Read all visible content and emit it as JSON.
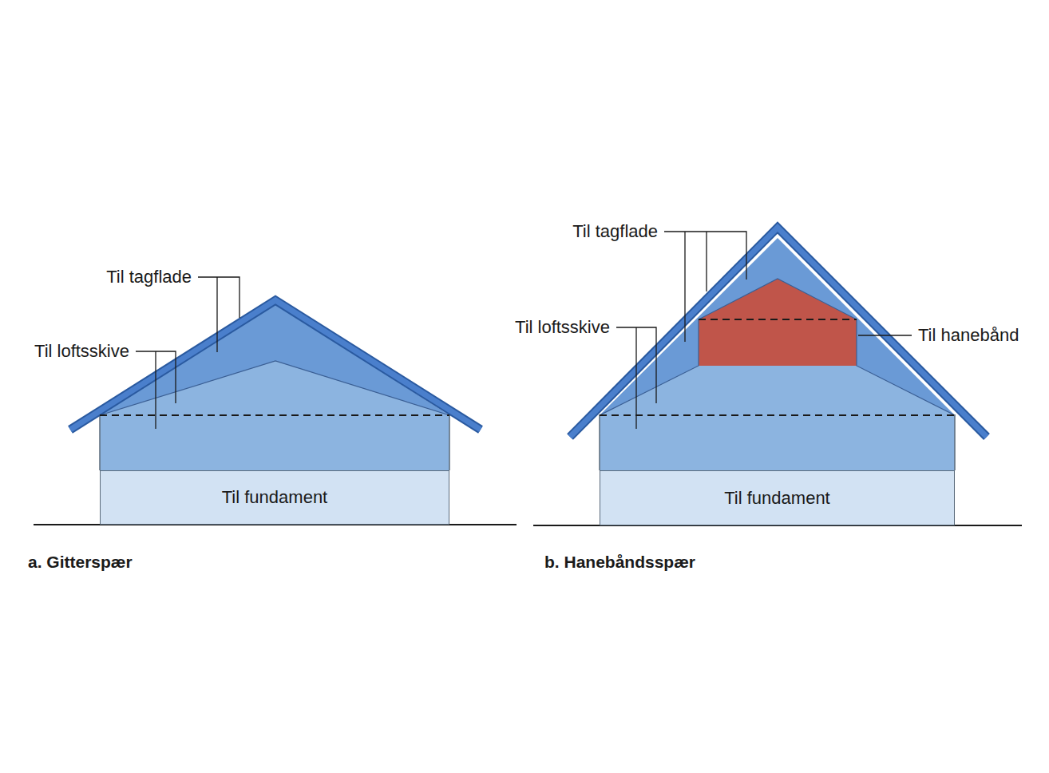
{
  "diagram": {
    "nodes": [
      {
        "text": [
          "Til fundament"
        ]
      },
      {
        "text": [
          "Til fundament"
        ]
      }
    ],
    "labels": [
      "Til tagflade",
      "Til loftsskive",
      "a. Gitterspær",
      "Til tagflade",
      "Til loftsskive",
      "Til hanebånd",
      "b. Hanebåndsspær"
    ]
  }
}
